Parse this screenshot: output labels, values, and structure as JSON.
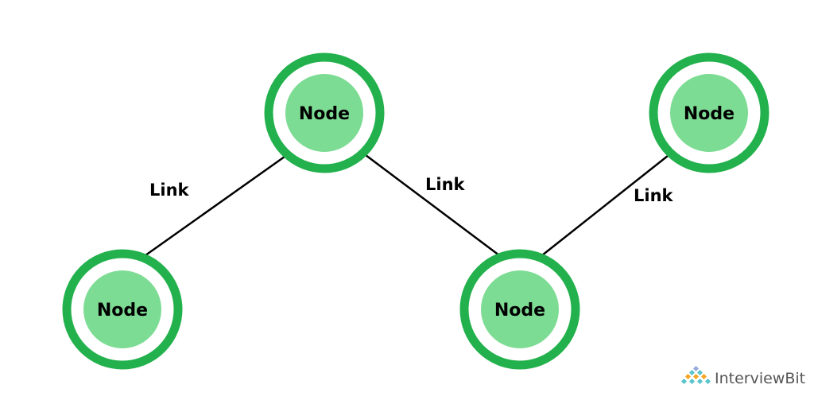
{
  "colors": {
    "ring": "#22b14c",
    "fill": "#7ddc94",
    "link": "#000000",
    "logo_teal": "#5bc4cc",
    "logo_orange": "#f5a623",
    "logo_text": "#555555"
  },
  "nodes": [
    {
      "label": "Node"
    },
    {
      "label": "Node"
    },
    {
      "label": "Node"
    },
    {
      "label": "Node"
    }
  ],
  "links": [
    {
      "label": "Link"
    },
    {
      "label": "Link"
    },
    {
      "label": "Link"
    }
  ],
  "logo": {
    "text": "InterviewBit"
  }
}
